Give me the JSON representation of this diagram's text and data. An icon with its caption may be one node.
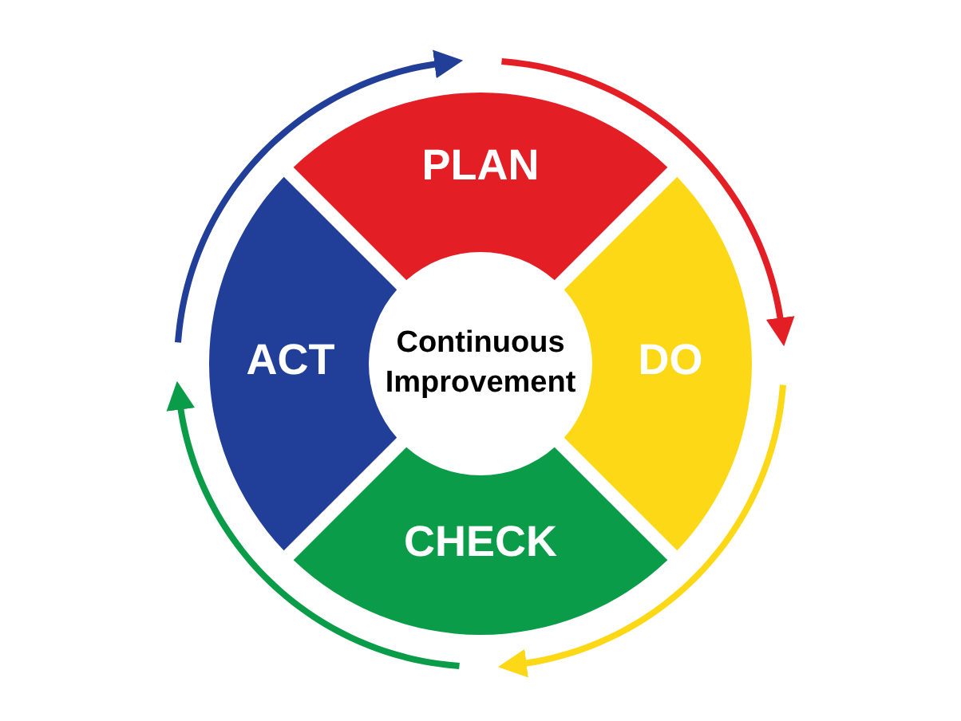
{
  "diagram": {
    "nodes": [
      {
        "text": [
          "Continuous Improvement"
        ]
      },
      {
        "text": [
          "PLAN"
        ]
      },
      {
        "text": [
          "DO"
        ]
      },
      {
        "text": [
          "CHECK"
        ]
      },
      {
        "text": [
          "ACT"
        ]
      }
    ],
    "edges": [
      {
        "from": 4,
        "to": 1,
        "arrow": "to",
        "color": "#213f99"
      },
      {
        "from": 1,
        "to": 2,
        "arrow": "to",
        "color": "#e31e24"
      },
      {
        "from": 2,
        "to": 3,
        "arrow": "to",
        "color": "#fdd817"
      },
      {
        "from": 3,
        "to": 4,
        "arrow": "to",
        "color": "#0a9c48"
      }
    ]
  }
}
